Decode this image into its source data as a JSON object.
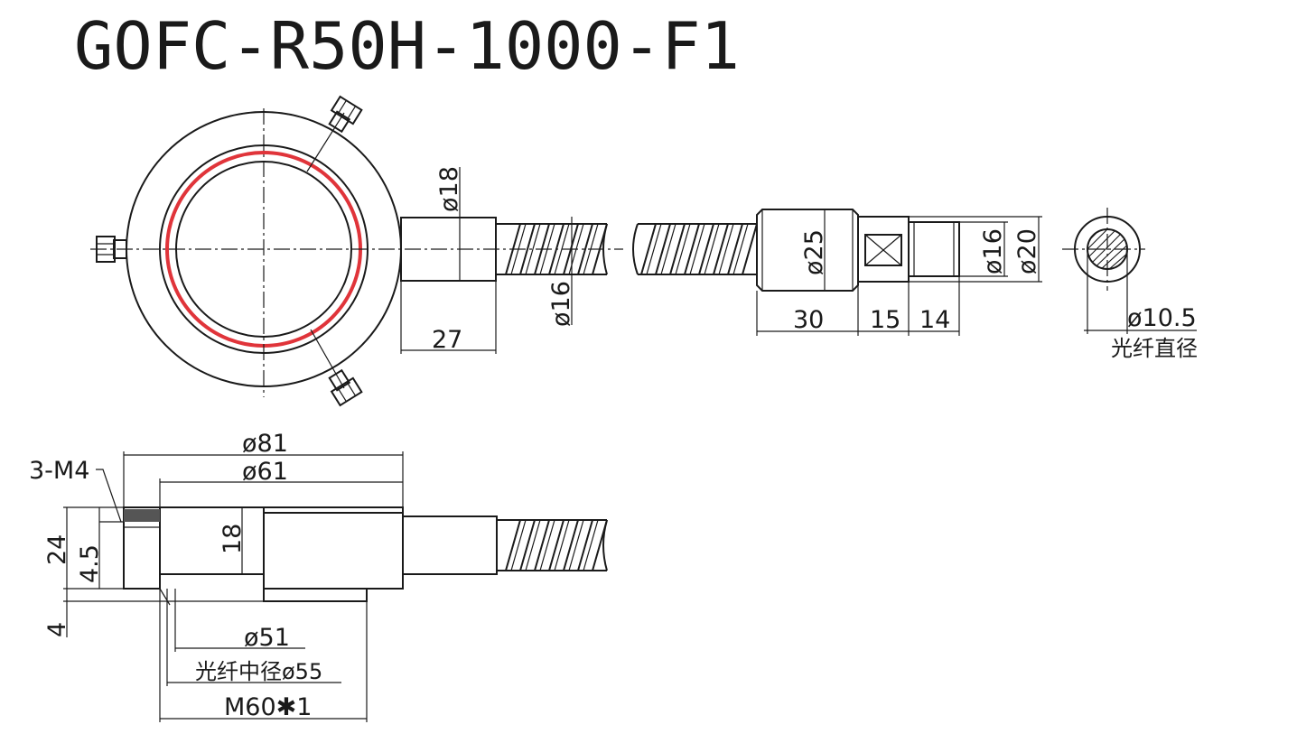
{
  "title": "GOFC-R50H-1000-F1",
  "colors": {
    "line": "#1a1a1a",
    "ring_highlight": "#e0343a",
    "background": "#ffffff"
  },
  "top_view": {
    "dims": {
      "stem_dia": "ø18",
      "stem_length": "27",
      "hose_dia": "ø16"
    }
  },
  "connector_view": {
    "dims": {
      "body_dia": "ø25",
      "nut_dia": "ø20",
      "tip_dia": "ø16",
      "len_body": "30",
      "len_nut": "15",
      "len_tip": "14"
    }
  },
  "end_view": {
    "dims": {
      "fiber_dia": "ø10.5",
      "fiber_dia_label": "光纤直径"
    }
  },
  "side_view": {
    "dims": {
      "outer_dia": "ø81",
      "inner_dia": "ø61",
      "screw": "3-M4",
      "height_total": "24",
      "height_screw": "4.5",
      "height_body": "18",
      "height_thread": "4",
      "bore_dia": "ø51",
      "fiber_mid_dia": "光纤中径ø55",
      "thread_spec": "M60✱1"
    }
  }
}
